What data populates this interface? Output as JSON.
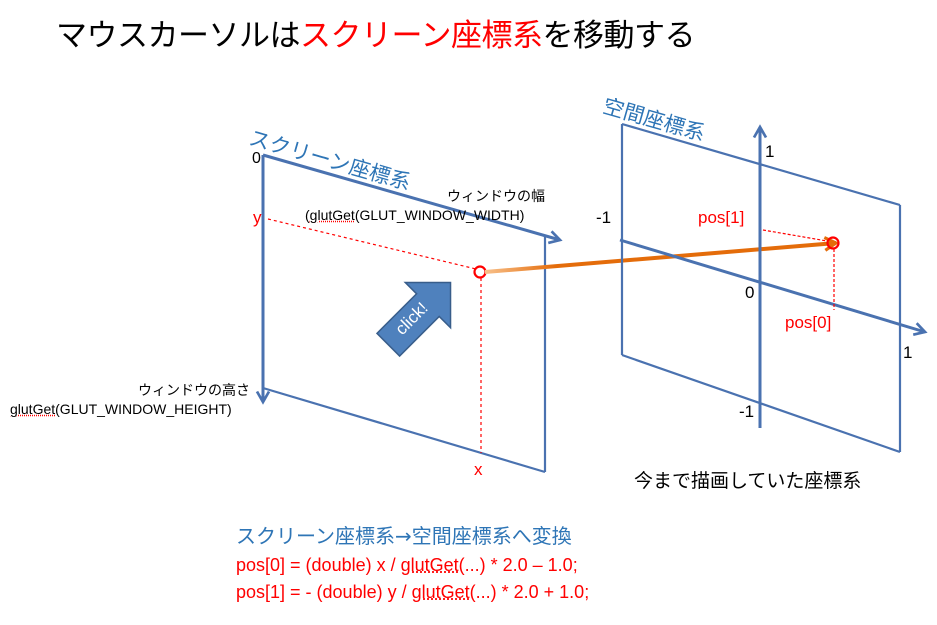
{
  "title": {
    "prefix": "マウスカーソルは",
    "highlight": "スクリーン座標系",
    "suffix": "を移動する"
  },
  "screen_plane": {
    "title": "スクリーン座標系",
    "origin_label": "0",
    "y_label": "y",
    "x_label": "x",
    "width_label_jp": "ウィンドウの幅",
    "width_label_code_prefix": "(",
    "width_label_code_glut": "glutGet",
    "width_label_code_rest": "(GLUT_WINDOW_WIDTH)",
    "height_label_jp": "ウィンドウの高さ",
    "height_label_code_glut": "glutGet",
    "height_label_code_rest": "(GLUT_WINDOW_HEIGHT)",
    "click_label": "click!"
  },
  "space_plane": {
    "title": "空間座標系",
    "y_top_label": "1",
    "x_left_label": "-1",
    "origin_label": "0",
    "x_right_label": "1",
    "y_bottom_label": "-1",
    "pos1_label": "pos[1]",
    "pos0_label": "pos[0]",
    "caption": "今まで描画していた座標系"
  },
  "conversion": {
    "heading": "スクリーン座標系→空間座標系へ変換",
    "formula0_prefix": "pos[0] = (double) x / ",
    "formula0_glut": "glutGet",
    "formula0_suffix": "(...) * 2.0 – 1.0;",
    "formula1_prefix": "pos[1] = - (double) y / ",
    "formula1_glut": "glutGet",
    "formula1_suffix": "(...) * 2.0 + 1.0;"
  },
  "colors": {
    "axis_blue": "#4a72b0",
    "title_blue": "#2e75b6",
    "highlight_red": "#ff0000",
    "arrow_orange": "#e46c0a",
    "click_arrow": "#4f81bd"
  }
}
